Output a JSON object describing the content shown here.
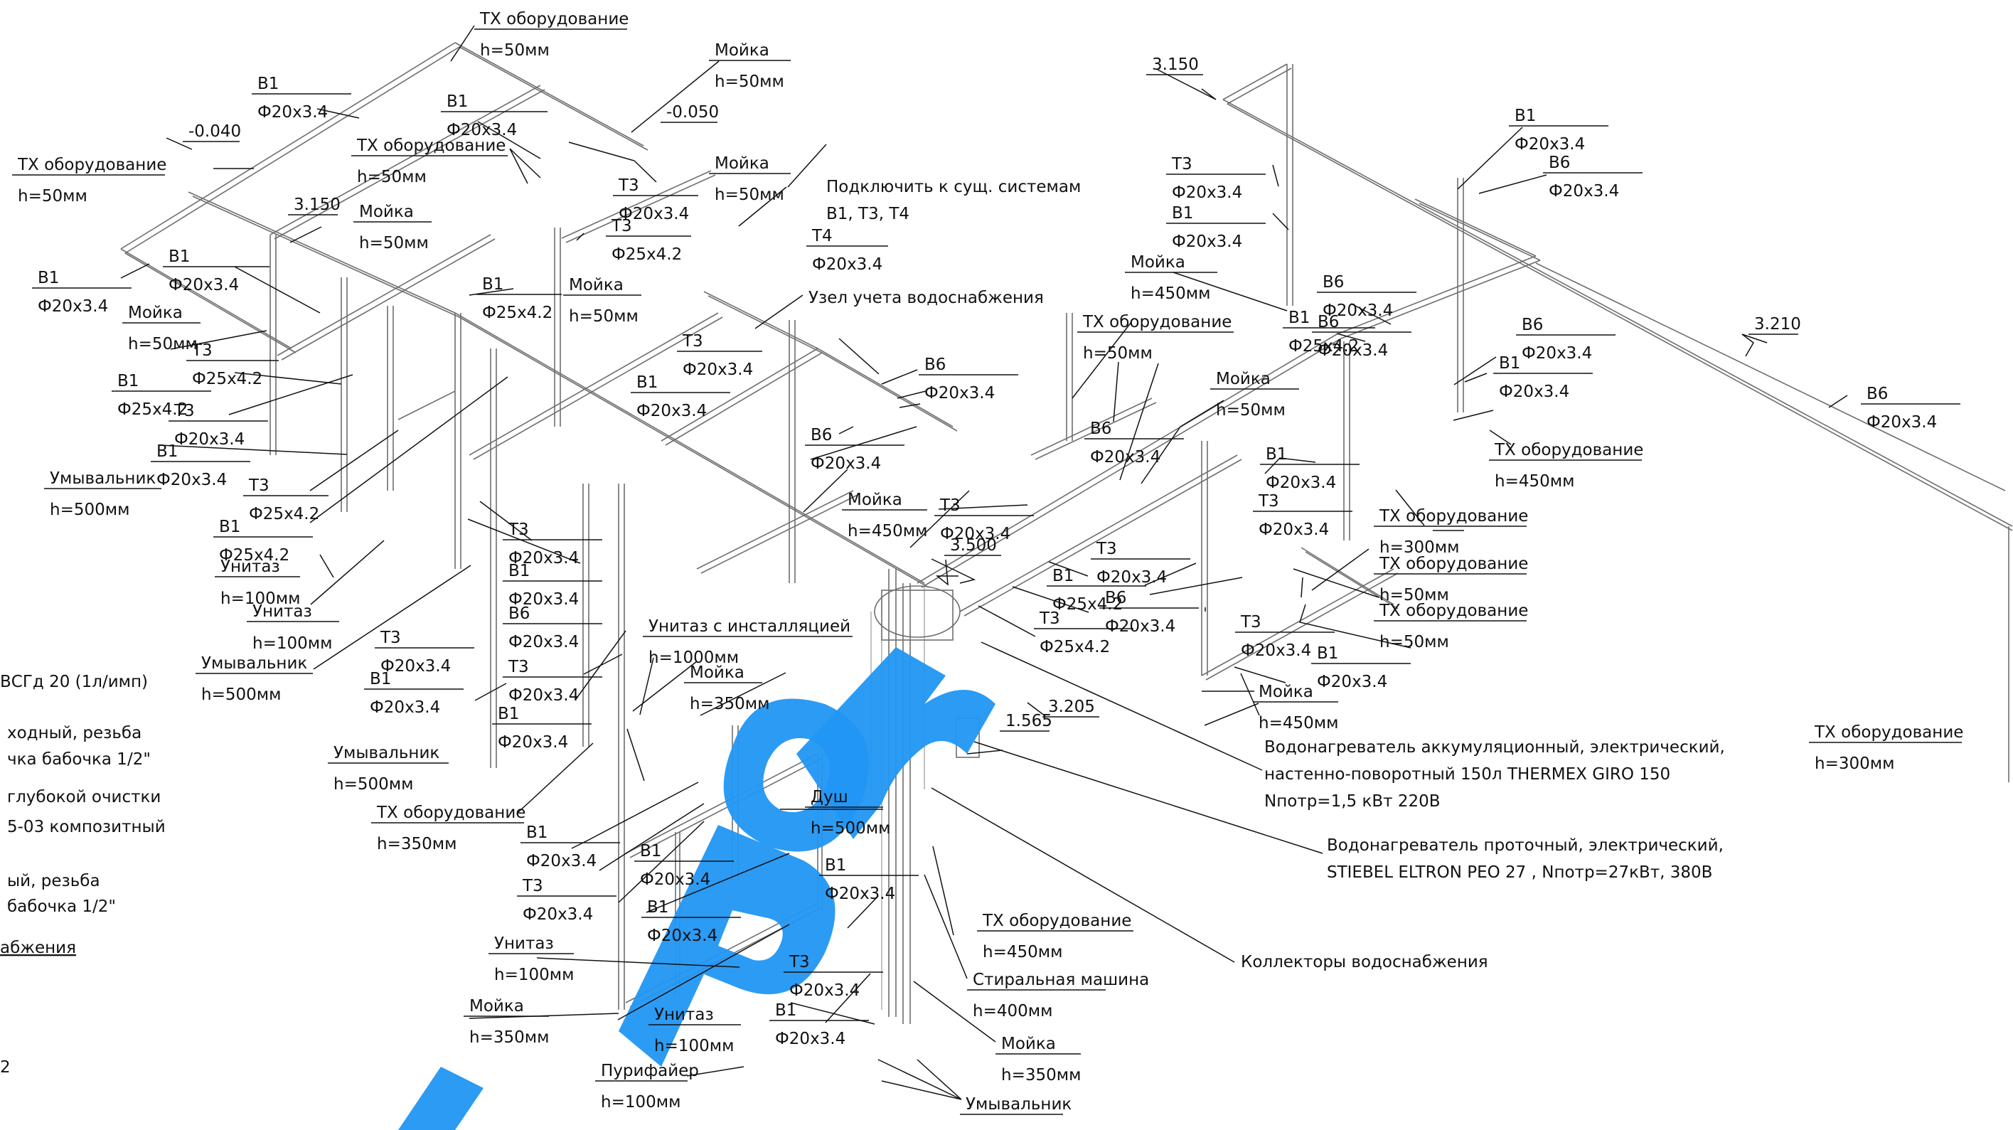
{
  "colors": {
    "watermark": "#2196f3",
    "pipe": "#6e6e6e",
    "text": "#111111"
  },
  "annotations": [
    {
      "id": "a1",
      "lines": [
        "ТХ оборудование",
        "h=50мм"
      ]
    },
    {
      "id": "a2",
      "lines": [
        "Мойка",
        "h=50мм"
      ]
    },
    {
      "id": "a3",
      "lines": [
        "В1",
        "Ф20х3.4"
      ]
    },
    {
      "id": "a4",
      "lines": [
        "-0.040"
      ]
    },
    {
      "id": "a5",
      "lines": [
        "В1",
        "Ф20х3.4"
      ]
    },
    {
      "id": "a6",
      "lines": [
        "ТХ оборудование",
        "h=50мм"
      ]
    },
    {
      "id": "a7",
      "lines": [
        "-0.050"
      ]
    },
    {
      "id": "a8",
      "lines": [
        "Мойка",
        "h=50мм"
      ]
    },
    {
      "id": "a9",
      "lines": [
        "ТХ оборудование",
        "h=50мм"
      ]
    },
    {
      "id": "a10",
      "lines": [
        "Т3",
        "Ф20х3.4"
      ]
    },
    {
      "id": "a11",
      "lines": [
        "Т3",
        "Ф25х4.2"
      ]
    },
    {
      "id": "a12",
      "lines": [
        "3.150"
      ]
    },
    {
      "id": "a13",
      "lines": [
        "Мойка",
        "h=50мм"
      ]
    },
    {
      "id": "a14",
      "lines": [
        "В1",
        "Ф20х3.4"
      ]
    },
    {
      "id": "a15",
      "lines": [
        "В1",
        "Ф20х3.4"
      ]
    },
    {
      "id": "a16",
      "lines": [
        "Мойка",
        "h=50мм"
      ]
    },
    {
      "id": "a17",
      "lines": [
        "Т3",
        "Ф25х4.2"
      ]
    },
    {
      "id": "a18",
      "lines": [
        "В1",
        "Ф25х4.2"
      ]
    },
    {
      "id": "a19",
      "lines": [
        "Т3",
        "Ф20х3.4"
      ]
    },
    {
      "id": "a20",
      "lines": [
        "В1",
        "Ф20х3.4"
      ]
    },
    {
      "id": "a21",
      "lines": [
        "Умывальник",
        "h=500мм"
      ]
    },
    {
      "id": "a22",
      "lines": [
        "Т3",
        "Ф25х4.2"
      ]
    },
    {
      "id": "a23",
      "lines": [
        "В1",
        "Ф25х4.2"
      ]
    },
    {
      "id": "a24",
      "lines": [
        "Унитаз",
        "h=100мм"
      ]
    },
    {
      "id": "a25",
      "lines": [
        "Унитаз",
        "h=100мм"
      ]
    },
    {
      "id": "a26",
      "lines": [
        "Умывальник",
        "h=500мм"
      ]
    },
    {
      "id": "a27",
      "lines": [
        "В1",
        "Ф25х4.2"
      ]
    },
    {
      "id": "a28",
      "lines": [
        "Мойка",
        "h=50мм"
      ]
    },
    {
      "id": "a29",
      "lines": [
        "Т3",
        "Ф20х3.4"
      ]
    },
    {
      "id": "a30",
      "lines": [
        "В1",
        "Ф20х3.4"
      ]
    },
    {
      "id": "a31",
      "lines": [
        "Подключить к сущ. системам",
        "В1, Т3, Т4"
      ]
    },
    {
      "id": "a32",
      "lines": [
        "Т4",
        "Ф20х3.4"
      ]
    },
    {
      "id": "a33",
      "lines": [
        "Узел учета водоснабжения"
      ]
    },
    {
      "id": "a34",
      "lines": [
        "В6",
        "Ф20х3.4"
      ]
    },
    {
      "id": "a35",
      "lines": [
        "В6",
        "Ф20х3.4"
      ]
    },
    {
      "id": "a36",
      "lines": [
        "Мойка",
        "h=450мм"
      ]
    },
    {
      "id": "a37",
      "lines": [
        "Т3",
        "Ф20х3.4"
      ]
    },
    {
      "id": "a38",
      "lines": [
        "3.500"
      ]
    },
    {
      "id": "a39",
      "lines": [
        "Т3",
        "Ф20х3.4"
      ]
    },
    {
      "id": "a40",
      "lines": [
        "В1",
        "Ф20х3.4"
      ]
    },
    {
      "id": "a41",
      "lines": [
        "В6",
        "Ф20х3.4"
      ]
    },
    {
      "id": "a42",
      "lines": [
        "Т3",
        "Ф20х3.4"
      ]
    },
    {
      "id": "a43",
      "lines": [
        "В1",
        "Ф20х3.4"
      ]
    },
    {
      "id": "a44",
      "lines": [
        "Т3",
        "Ф20х3.4"
      ]
    },
    {
      "id": "a45",
      "lines": [
        "В1",
        "Ф20х3.4"
      ]
    },
    {
      "id": "a46",
      "lines": [
        "Унитаз с инсталляцией",
        "h=1000мм"
      ]
    },
    {
      "id": "a47",
      "lines": [
        "Мойка",
        "h=350мм"
      ]
    },
    {
      "id": "a48",
      "lines": [
        "Умывальник",
        "h=500мм"
      ]
    },
    {
      "id": "a49",
      "lines": [
        "ТХ оборудование",
        "h=350мм"
      ]
    },
    {
      "id": "a50",
      "lines": [
        "В1",
        "Ф20х3.4"
      ]
    },
    {
      "id": "a51",
      "lines": [
        "В1",
        "Ф20х3.4"
      ]
    },
    {
      "id": "a52",
      "lines": [
        "Т3",
        "Ф20х3.4"
      ]
    },
    {
      "id": "a53",
      "lines": [
        "В1",
        "Ф20х3.4"
      ]
    },
    {
      "id": "a54",
      "lines": [
        "Унитаз",
        "h=100мм"
      ]
    },
    {
      "id": "a55",
      "lines": [
        "Мойка",
        "h=350мм"
      ]
    },
    {
      "id": "a56",
      "lines": [
        "Унитаз",
        "h=100мм"
      ]
    },
    {
      "id": "a57",
      "lines": [
        "Пурифайер",
        "h=100мм"
      ]
    },
    {
      "id": "a58",
      "lines": [
        "Душ",
        "h=500мм"
      ]
    },
    {
      "id": "a59",
      "lines": [
        "В1",
        "Ф20х3.4"
      ]
    },
    {
      "id": "a60",
      "lines": [
        "Т3",
        "Ф20х3.4"
      ]
    },
    {
      "id": "a61",
      "lines": [
        "В1",
        "Ф20х3.4"
      ]
    },
    {
      "id": "a62",
      "lines": [
        "ТХ оборудование",
        "h=450мм"
      ]
    },
    {
      "id": "a63",
      "lines": [
        "Стиральная машина",
        "h=400мм"
      ]
    },
    {
      "id": "a64",
      "lines": [
        "Мойка",
        "h=350мм"
      ]
    },
    {
      "id": "a65",
      "lines": [
        "Умывальник"
      ]
    },
    {
      "id": "a66",
      "lines": [
        "Коллекторы водоснабжения"
      ]
    },
    {
      "id": "a67",
      "lines": [
        "Водонагреватель проточный, электрический,",
        "STIEBEL ELTRON PEO 27 , Nпотр=27кВт, 380В"
      ]
    },
    {
      "id": "a68",
      "lines": [
        "Водонагреватель аккумуляционный, электрический,",
        "настенно-поворотный 150л THERMEX GIRO 150",
        "Nпотр=1,5 кВт 220В"
      ]
    },
    {
      "id": "a69",
      "lines": [
        "3.205"
      ]
    },
    {
      "id": "a70",
      "lines": [
        "1.565"
      ]
    },
    {
      "id": "a71",
      "lines": [
        "В1",
        "Ф25х4.2"
      ]
    },
    {
      "id": "a72",
      "lines": [
        "Т3",
        "Ф25х4.2"
      ]
    },
    {
      "id": "a73",
      "lines": [
        "Т3",
        "Ф20х3.4"
      ]
    },
    {
      "id": "a74",
      "lines": [
        "В6",
        "Ф20х3.4"
      ]
    },
    {
      "id": "a75",
      "lines": [
        "3.150"
      ]
    },
    {
      "id": "a76",
      "lines": [
        "Т3",
        "Ф20х3.4"
      ]
    },
    {
      "id": "a77",
      "lines": [
        "В1",
        "Ф20х3.4"
      ]
    },
    {
      "id": "a78",
      "lines": [
        "Мойка",
        "h=450мм"
      ]
    },
    {
      "id": "a79",
      "lines": [
        "ТХ оборудование",
        "h=50мм"
      ]
    },
    {
      "id": "a80",
      "lines": [
        "В6",
        "Ф20х3.4"
      ]
    },
    {
      "id": "a81",
      "lines": [
        "Мойка",
        "h=50мм"
      ]
    },
    {
      "id": "a82",
      "lines": [
        "В1",
        "Ф20х3.4"
      ]
    },
    {
      "id": "a83",
      "lines": [
        "В6",
        "Ф20х3.4"
      ]
    },
    {
      "id": "a84",
      "lines": [
        "В6",
        "Ф20х3.4"
      ]
    },
    {
      "id": "a85",
      "lines": [
        "В1",
        "Ф25х4.2"
      ]
    },
    {
      "id": "a86",
      "lines": [
        "В6",
        "Ф20х3.4"
      ]
    },
    {
      "id": "a87",
      "lines": [
        "В1",
        "Ф20х3.4"
      ]
    },
    {
      "id": "a88",
      "lines": [
        "ТХ оборудование",
        "h=450мм"
      ]
    },
    {
      "id": "a89",
      "lines": [
        "3.210"
      ]
    },
    {
      "id": "a90",
      "lines": [
        "В6",
        "Ф20х3.4"
      ]
    },
    {
      "id": "a91",
      "lines": [
        "В6",
        "Ф20х3.4"
      ]
    },
    {
      "id": "a92",
      "lines": [
        "В1",
        "Ф20х3.4"
      ]
    },
    {
      "id": "a93",
      "lines": [
        "Т3",
        "Ф20х3.4"
      ]
    },
    {
      "id": "a94",
      "lines": [
        "ТХ оборудование",
        "h=300мм"
      ]
    },
    {
      "id": "a95",
      "lines": [
        "ТХ оборудование",
        "h=50мм"
      ]
    },
    {
      "id": "a96",
      "lines": [
        "ТХ оборудование",
        "h=50мм"
      ]
    },
    {
      "id": "a97",
      "lines": [
        "Т3",
        "Ф20х3.4"
      ]
    },
    {
      "id": "a98",
      "lines": [
        "В1",
        "Ф20х3.4"
      ]
    },
    {
      "id": "a99",
      "lines": [
        "Мойка",
        "h=450мм"
      ]
    },
    {
      "id": "a100",
      "lines": [
        "ТХ оборудование",
        "h=300мм"
      ]
    }
  ],
  "legend_fragments": [
    "ВСГд 20 (1л/имп)",
    "ходный, резьба",
    "чка бабочка 1/2\"",
    "глубокой очистки",
    "5-03 композитный",
    "ый, резьба",
    "бабочка 1/2\"",
    "абжения",
    "2"
  ]
}
